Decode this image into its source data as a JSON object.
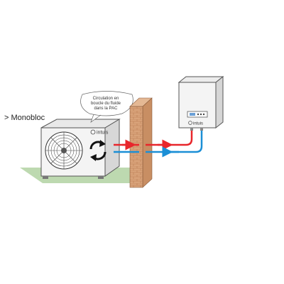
{
  "diagram": {
    "title": "> Monobloc",
    "bubble_lines": [
      "Circulation en",
      "boucle du fluide",
      "dans la PAC"
    ],
    "outdoor_unit_brand": "intuis",
    "indoor_unit_brand": "intuis"
  },
  "colors": {
    "hot_pipe": "#e8262b",
    "cold_pipe": "#1b8fd6",
    "ground": "#bdd9b0",
    "brick": "#d9a37a",
    "unit_body": "#f2f2f2",
    "unit_outline": "#555555"
  },
  "icons": {
    "fan": "fan-icon",
    "recycle": "recycle-arrows-icon",
    "logo": "intuis-logo-icon",
    "display": "control-display-icon"
  }
}
